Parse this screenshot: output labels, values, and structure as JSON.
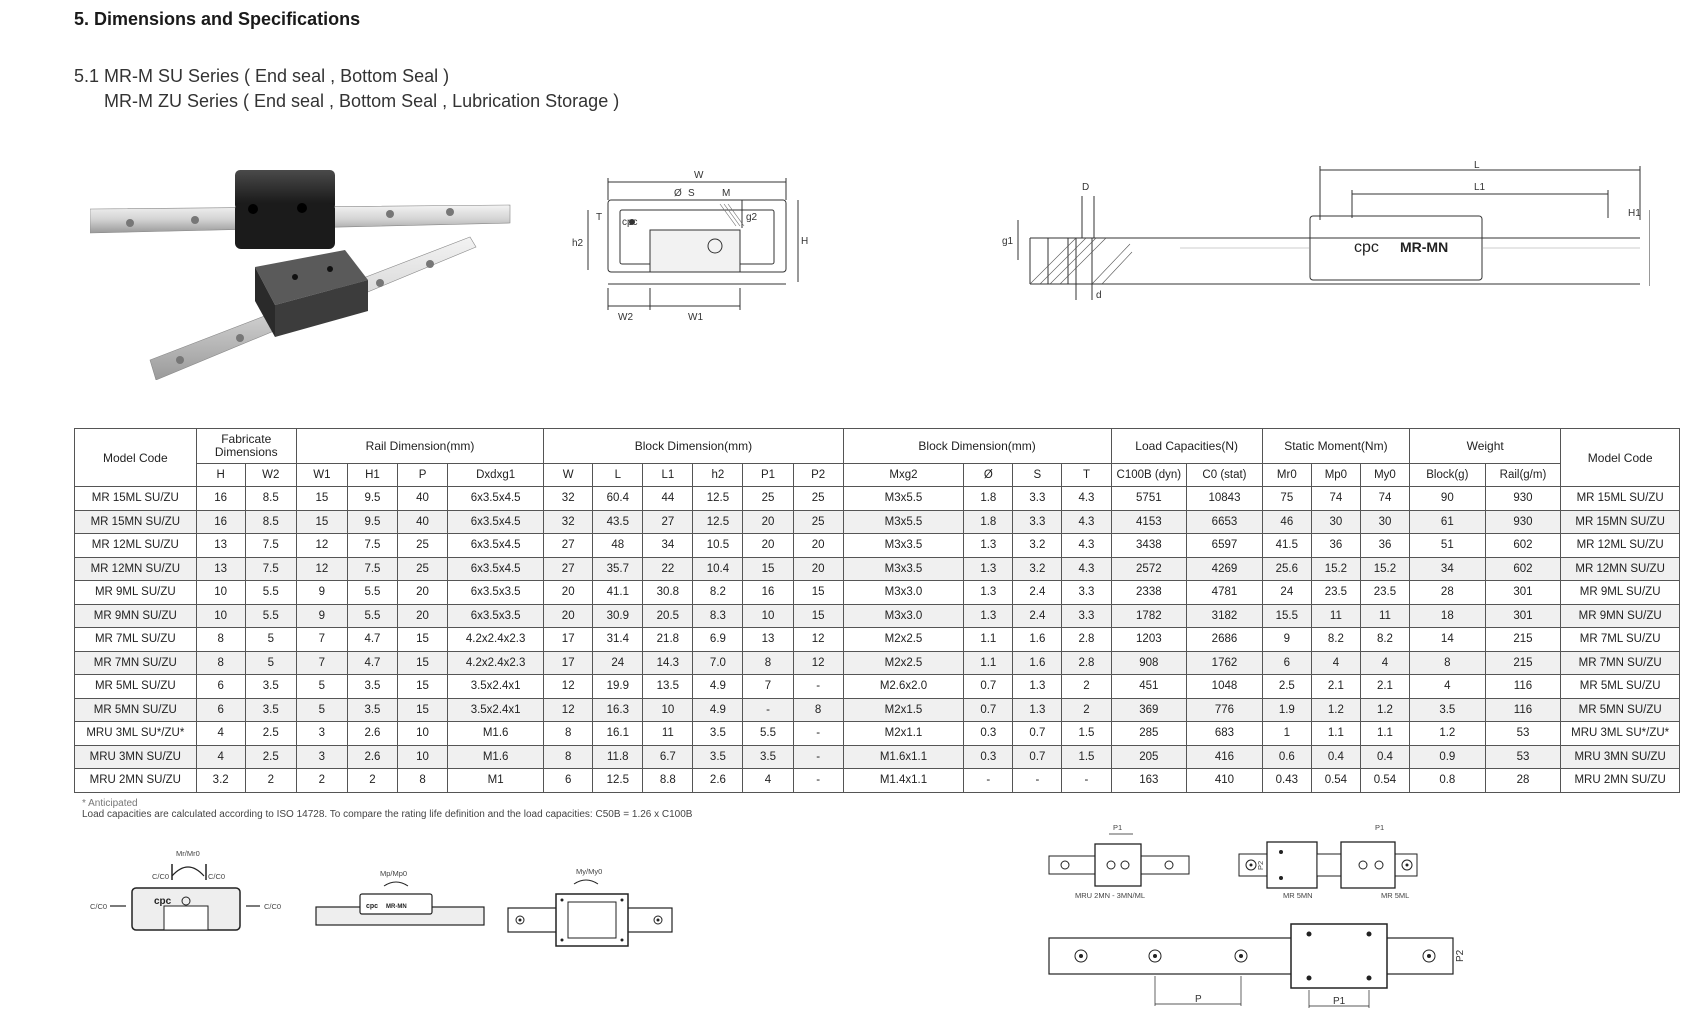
{
  "heading": "5. Dimensions and Specifications",
  "subtitle": {
    "line1": "5.1 MR-M SU Series ( End seal , Bottom Seal )",
    "line2": "MR-M ZU Series ( End seal , Bottom Seal , Lubrication Storage )"
  },
  "drawing_labels": {
    "cross": {
      "W": "W",
      "phi": "Ø",
      "S": "S",
      "M": "M",
      "T": "T",
      "h2": "h2",
      "g2": "g2",
      "H": "H",
      "W2": "W2",
      "W1": "W1",
      "brand": "cpc"
    },
    "side": {
      "L": "L",
      "L1": "L1",
      "D": "D",
      "d": "d",
      "g1": "g1",
      "H1": "H1",
      "brand": "cpc",
      "model": "MR-MN"
    }
  },
  "table": {
    "group_headers": {
      "model_code": "Model Code",
      "fabricate": "Fabricate Dimensions",
      "rail": "Rail Dimension(mm)",
      "block1": "Block Dimension(mm)",
      "block2": "Block Dimension(mm)",
      "load": "Load Capacities(N)",
      "moment": "Static Moment(Nm)",
      "weight": "Weight",
      "model_code_right": "Model Code"
    },
    "sub_headers": [
      "H",
      "W2",
      "W1",
      "H1",
      "P",
      "Dxdxg1",
      "W",
      "L",
      "L1",
      "h2",
      "P1",
      "P2",
      "Mxg2",
      "Ø",
      "S",
      "T",
      "C100B (dyn)",
      "C0 (stat)",
      "Mr0",
      "Mp0",
      "My0",
      "Block(g)",
      "Rail(g/m)"
    ],
    "rows": [
      [
        "MR 15ML SU/ZU",
        "16",
        "8.5",
        "15",
        "9.5",
        "40",
        "6x3.5x4.5",
        "32",
        "60.4",
        "44",
        "12.5",
        "25",
        "25",
        "M3x5.5",
        "1.8",
        "3.3",
        "4.3",
        "5751",
        "10843",
        "75",
        "74",
        "74",
        "90",
        "930",
        "MR 15ML SU/ZU"
      ],
      [
        "MR 15MN SU/ZU",
        "16",
        "8.5",
        "15",
        "9.5",
        "40",
        "6x3.5x4.5",
        "32",
        "43.5",
        "27",
        "12.5",
        "20",
        "25",
        "M3x5.5",
        "1.8",
        "3.3",
        "4.3",
        "4153",
        "6653",
        "46",
        "30",
        "30",
        "61",
        "930",
        "MR 15MN SU/ZU"
      ],
      [
        "MR 12ML SU/ZU",
        "13",
        "7.5",
        "12",
        "7.5",
        "25",
        "6x3.5x4.5",
        "27",
        "48",
        "34",
        "10.5",
        "20",
        "20",
        "M3x3.5",
        "1.3",
        "3.2",
        "4.3",
        "3438",
        "6597",
        "41.5",
        "36",
        "36",
        "51",
        "602",
        "MR 12ML SU/ZU"
      ],
      [
        "MR 12MN SU/ZU",
        "13",
        "7.5",
        "12",
        "7.5",
        "25",
        "6x3.5x4.5",
        "27",
        "35.7",
        "22",
        "10.4",
        "15",
        "20",
        "M3x3.5",
        "1.3",
        "3.2",
        "4.3",
        "2572",
        "4269",
        "25.6",
        "15.2",
        "15.2",
        "34",
        "602",
        "MR 12MN SU/ZU"
      ],
      [
        "MR 9ML SU/ZU",
        "10",
        "5.5",
        "9",
        "5.5",
        "20",
        "6x3.5x3.5",
        "20",
        "41.1",
        "30.8",
        "8.2",
        "16",
        "15",
        "M3x3.0",
        "1.3",
        "2.4",
        "3.3",
        "2338",
        "4781",
        "24",
        "23.5",
        "23.5",
        "28",
        "301",
        "MR 9ML SU/ZU"
      ],
      [
        "MR 9MN SU/ZU",
        "10",
        "5.5",
        "9",
        "5.5",
        "20",
        "6x3.5x3.5",
        "20",
        "30.9",
        "20.5",
        "8.3",
        "10",
        "15",
        "M3x3.0",
        "1.3",
        "2.4",
        "3.3",
        "1782",
        "3182",
        "15.5",
        "11",
        "11",
        "18",
        "301",
        "MR 9MN SU/ZU"
      ],
      [
        "MR 7ML SU/ZU",
        "8",
        "5",
        "7",
        "4.7",
        "15",
        "4.2x2.4x2.3",
        "17",
        "31.4",
        "21.8",
        "6.9",
        "13",
        "12",
        "M2x2.5",
        "1.1",
        "1.6",
        "2.8",
        "1203",
        "2686",
        "9",
        "8.2",
        "8.2",
        "14",
        "215",
        "MR 7ML SU/ZU"
      ],
      [
        "MR 7MN SU/ZU",
        "8",
        "5",
        "7",
        "4.7",
        "15",
        "4.2x2.4x2.3",
        "17",
        "24",
        "14.3",
        "7.0",
        "8",
        "12",
        "M2x2.5",
        "1.1",
        "1.6",
        "2.8",
        "908",
        "1762",
        "6",
        "4",
        "4",
        "8",
        "215",
        "MR 7MN SU/ZU"
      ],
      [
        "MR 5ML SU/ZU",
        "6",
        "3.5",
        "5",
        "3.5",
        "15",
        "3.5x2.4x1",
        "12",
        "19.9",
        "13.5",
        "4.9",
        "7",
        "-",
        "M2.6x2.0",
        "0.7",
        "1.3",
        "2",
        "451",
        "1048",
        "2.5",
        "2.1",
        "2.1",
        "4",
        "116",
        "MR 5ML SU/ZU"
      ],
      [
        "MR 5MN SU/ZU",
        "6",
        "3.5",
        "5",
        "3.5",
        "15",
        "3.5x2.4x1",
        "12",
        "16.3",
        "10",
        "4.9",
        "-",
        "8",
        "M2x1.5",
        "0.7",
        "1.3",
        "2",
        "369",
        "776",
        "1.9",
        "1.2",
        "1.2",
        "3.5",
        "116",
        "MR 5MN SU/ZU"
      ],
      [
        "MRU 3ML SU*/ZU*",
        "4",
        "2.5",
        "3",
        "2.6",
        "10",
        "M1.6",
        "8",
        "16.1",
        "11",
        "3.5",
        "5.5",
        "-",
        "M2x1.1",
        "0.3",
        "0.7",
        "1.5",
        "285",
        "683",
        "1",
        "1.1",
        "1.1",
        "1.2",
        "53",
        "MRU 3ML SU*/ZU*"
      ],
      [
        "MRU 3MN SU/ZU",
        "4",
        "2.5",
        "3",
        "2.6",
        "10",
        "M1.6",
        "8",
        "11.8",
        "6.7",
        "3.5",
        "3.5",
        "-",
        "M1.6x1.1",
        "0.3",
        "0.7",
        "1.5",
        "205",
        "416",
        "0.6",
        "0.4",
        "0.4",
        "0.9",
        "53",
        "MRU 3MN SU/ZU"
      ],
      [
        "MRU 2MN SU/ZU",
        "3.2",
        "2",
        "2",
        "2",
        "8",
        "M1",
        "6",
        "12.5",
        "8.8",
        "2.6",
        "4",
        "-",
        "M1.4x1.1",
        "-",
        "-",
        "-",
        "163",
        "410",
        "0.43",
        "0.54",
        "0.54",
        "0.8",
        "28",
        "MRU 2MN SU/ZU"
      ]
    ]
  },
  "footnotes": {
    "anticipated": "* Anticipated",
    "load_note": "Load capacities are calculated according to ISO 14728. To compare the rating life definition and the load capacities: C50B = 1.26 x C100B"
  },
  "bottom_drawings": {
    "moment_labels": {
      "mr": "Mr/Mr0",
      "mp": "Mp/Mp0",
      "my": "My/My0",
      "c": "C/C0",
      "brand": "cpc",
      "model": "MR-MN"
    },
    "captions": {
      "mru": "MRU 2MN - 3MN/ML",
      "mr5mn": "MR 5MN",
      "mr5ml": "MR 5ML"
    },
    "labels": {
      "P1": "P1",
      "P2": "P2",
      "P": "P"
    }
  }
}
